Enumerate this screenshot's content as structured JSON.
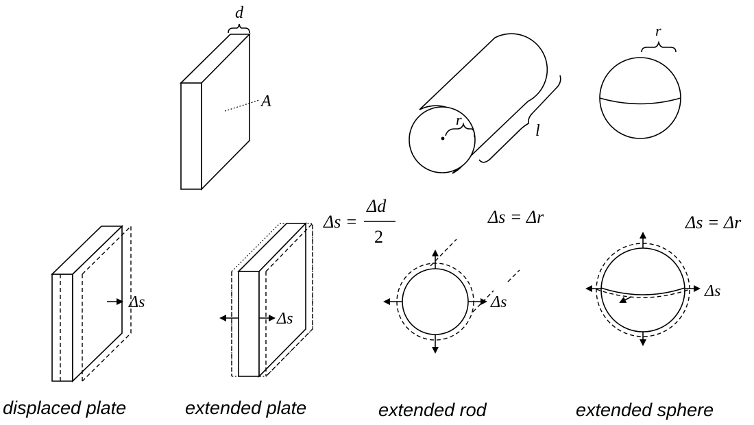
{
  "labels": {
    "thickness": "d",
    "area": "A",
    "radius": "r",
    "length": "l",
    "delta_s": "Δs",
    "eq_plate_lhs": "Δs =",
    "eq_plate_num": "Δd",
    "eq_plate_den": "2",
    "eq_radial": "Δs = Δr"
  },
  "captions": {
    "displaced_plate": "displaced plate",
    "extended_plate": "extended plate",
    "extended_rod": "extended rod",
    "extended_sphere": "extended sphere"
  }
}
